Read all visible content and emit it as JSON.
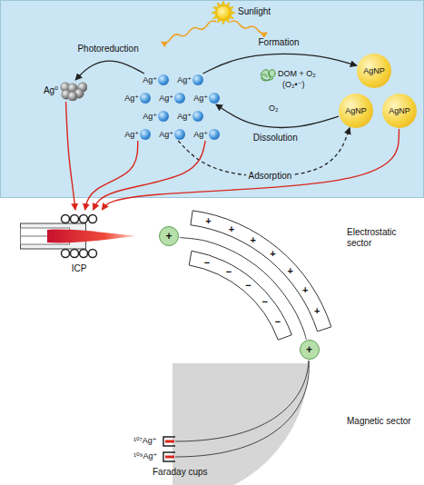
{
  "diagram": {
    "nodes": [
      {
        "text": [
          "Ag⁰"
        ]
      },
      {
        "text": [
          "Ag⁺"
        ]
      },
      {
        "text": [
          "Ag⁺"
        ]
      },
      {
        "text": [
          "Ag⁺"
        ]
      },
      {
        "text": [
          "Ag⁺"
        ]
      },
      {
        "text": [
          "Ag⁺"
        ]
      },
      {
        "text": [
          "Ag⁺"
        ]
      },
      {
        "text": [
          "Ag⁺"
        ]
      },
      {
        "text": [
          "Ag⁺"
        ]
      },
      {
        "text": [
          "Ag⁺"
        ]
      },
      {
        "text": [
          "Ag⁺"
        ]
      },
      {
        "text": [
          "AgNP"
        ]
      },
      {
        "text": [
          "AgNP"
        ]
      },
      {
        "text": [
          "AgNP"
        ]
      },
      {
        "text": [
          "ICP"
        ]
      },
      {
        "text": [
          "+"
        ]
      },
      {
        "text": [
          "+"
        ]
      }
    ],
    "edges": [
      {
        "from": 1,
        "to": 0,
        "arrow": "to",
        "label": "Photoreduction"
      },
      {
        "from": 2,
        "to": 11,
        "arrow": "to",
        "label": "Formation"
      },
      {
        "from": 12,
        "to": 5,
        "arrow": "to",
        "label": "Dissolution"
      },
      {
        "from": 9,
        "to": 12,
        "arrow": "to",
        "label": "Adsorption"
      },
      {
        "from": 0,
        "to": 14,
        "arrow": "to"
      },
      {
        "from": 8,
        "to": 14,
        "arrow": "to"
      },
      {
        "from": 10,
        "to": 14,
        "arrow": "to"
      },
      {
        "from": 13,
        "to": 14,
        "arrow": "to"
      },
      {
        "from": 15,
        "to": 16,
        "arrow": "none"
      }
    ],
    "labels": [
      "Sunlight",
      "DOM + O₂",
      "(O₂•⁻)",
      "O₂",
      "Electrostatic sector",
      "+",
      "+",
      "+",
      "+",
      "+",
      "+",
      "+",
      "−",
      "−",
      "−",
      "−",
      "−",
      "Magnetic sector",
      "¹⁰⁷Ag⁺",
      "¹⁰⁹Ag⁺",
      "Faraday cups"
    ]
  }
}
